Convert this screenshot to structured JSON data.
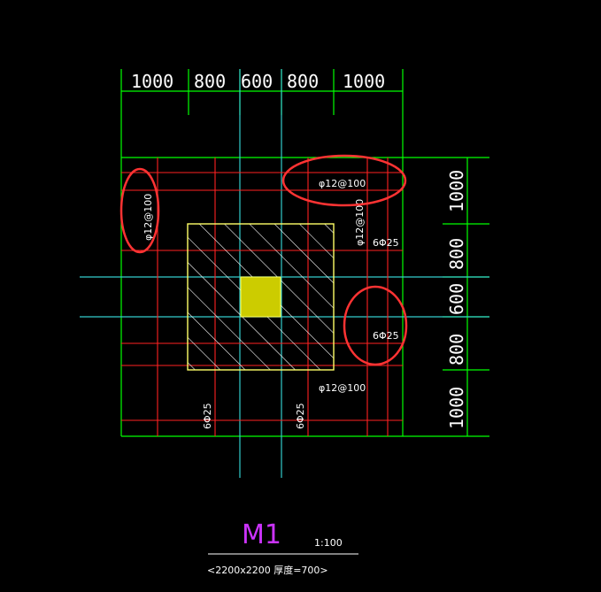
{
  "drawing": {
    "top_dimensions": [
      "1000",
      "800",
      "600",
      "800",
      "1000"
    ],
    "right_dimensions": [
      "1000",
      "800",
      "600",
      "800",
      "1000"
    ],
    "rebar_labels": {
      "top_right": "φ12@100",
      "left_vertical": "φ12@100",
      "mid_right_vertical": "φ12@100",
      "upper_right_6phi25": "6Φ25",
      "right_6phi25": "6Φ25",
      "bottom_phi12": "φ12@100",
      "bottom_left_6phi25": "6Φ25",
      "bottom_center_6phi25": "6Φ25"
    },
    "title": "M1",
    "scale": "1:100",
    "subtitle": "<2200x2200 厚度=700>"
  },
  "colors": {
    "background": "#000000",
    "dimension_lines": "#00ff00",
    "axis_lines": "#33cccc",
    "rebar_lines": "#ff2222",
    "highlight_circles": "#ff3333",
    "footing_hatch": "#ffff66",
    "column_fill": "#cccc00",
    "title": "#cc33ff"
  }
}
